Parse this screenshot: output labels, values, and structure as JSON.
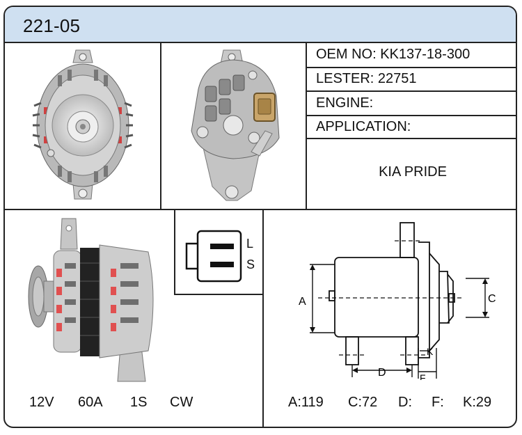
{
  "header": {
    "part_number": "221-05"
  },
  "specs": {
    "oem": "OEM NO: KK137-18-300",
    "lester": "LESTER: 22751",
    "engine": "ENGINE:",
    "application": "APPLICATION:",
    "application_value": "KIA PRIDE"
  },
  "connector": {
    "terminal_l": "L",
    "terminal_s": "S"
  },
  "electrical": {
    "voltage": "12V",
    "amperage": "60A",
    "pulley": "1S",
    "rotation": "CW"
  },
  "dimension_labels": {
    "a": "A",
    "c": "C",
    "d": "D",
    "f": "F",
    "k": "K"
  },
  "dimensions": {
    "a": "A:119",
    "c": "C:72",
    "d": "D:",
    "f": "F:",
    "k": "K:29"
  }
}
